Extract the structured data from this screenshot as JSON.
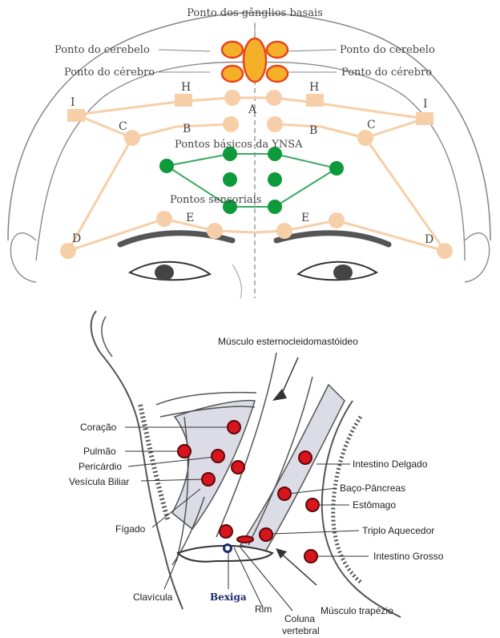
{
  "face_diagram": {
    "title": "Ponto dos gânglios basais",
    "cerebelo_left": "Ponto do cerebelo",
    "cerebelo_right": "Ponto do cerebelo",
    "cerebro_left": "Ponto do cérebro",
    "cerebro_right": "Ponto do cérebro",
    "letters": {
      "A": "A",
      "B_left": "B",
      "B_right": "B",
      "C_left": "C",
      "C_right": "C",
      "D_left": "D",
      "D_right": "D",
      "E_left": "E",
      "E_right": "E",
      "H_left": "H",
      "H_right": "H",
      "I_left": "I",
      "I_right": "I"
    },
    "basic_points": "Pontos básicos da YNSA",
    "sensory_points": "Pontos sensoriais",
    "colors": {
      "orange_fill": "#f5b02a",
      "orange_stroke": "#e8441e",
      "peach": "#f6cfa8",
      "green": "#0d9a3a",
      "green_line": "#3aa860",
      "outline": "#555555"
    }
  },
  "neck_diagram": {
    "labels": {
      "musculo_esterno": "Músculo esternocleidomastóideo",
      "coracao": "Coração",
      "pulmao": "Pulmão",
      "pericardio": "Pericárdio",
      "vesicula": "Vesícula Biliar",
      "figado": "Fígado",
      "clavicula": "Clavícula",
      "bexiga": "Bexiga",
      "rim": "Rim",
      "coluna_1": "Coluna",
      "coluna_2": "vertebral",
      "trapezio": "Músculo trapézio",
      "intestino_grosso": "Intestino Grosso",
      "triplo": "Triplo Aquecedor",
      "estomago": "Estômago",
      "baco": "Baço-Pâncreas",
      "intestino_delgado": "Intestino Delgado"
    },
    "colors": {
      "red_point": "#d8141e",
      "red_stroke": "#5a0a0a",
      "muscle_fill": "#dcdce6",
      "bexiga_label": "#1c2a6a"
    }
  }
}
